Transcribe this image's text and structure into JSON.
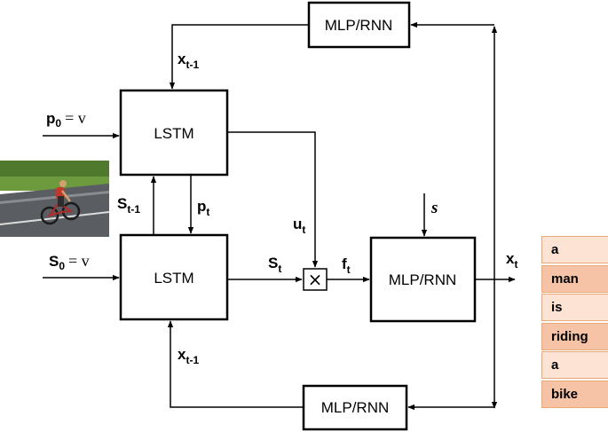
{
  "boxes": {
    "top_mlp": "MLP/RNN",
    "lstm_top": "LSTM",
    "lstm_bottom": "LSTM",
    "mid_mlp": "MLP/RNN",
    "bottom_mlp": "MLP/RNN"
  },
  "labels": {
    "x_top": {
      "base": "x",
      "sub": "t-1"
    },
    "p0": {
      "base": "p",
      "sub": "0",
      "eq": "= v"
    },
    "s_t_minus_1": {
      "base": "S",
      "sub": "t-1"
    },
    "p_t": {
      "base": "p",
      "sub": "t"
    },
    "u_t": {
      "base": "u",
      "sub": "t"
    },
    "s_input": "s",
    "s0": {
      "base": "S",
      "sub": "0",
      "eq": "= v"
    },
    "s_t": {
      "base": "S",
      "sub": "t"
    },
    "f_t": {
      "base": "f",
      "sub": "t"
    },
    "x_t": {
      "base": "x",
      "sub": "t"
    },
    "x_bottom": {
      "base": "x",
      "sub": "t-1"
    },
    "multiply": "×"
  },
  "caption_words": [
    "a",
    "man",
    "is",
    "riding",
    "a",
    "bike"
  ],
  "colors": {
    "word_light": "#fde3d3",
    "word_dark": "#f6c3a6",
    "word_border": "#e8a878"
  },
  "photo_icon": "cyclist-photo"
}
